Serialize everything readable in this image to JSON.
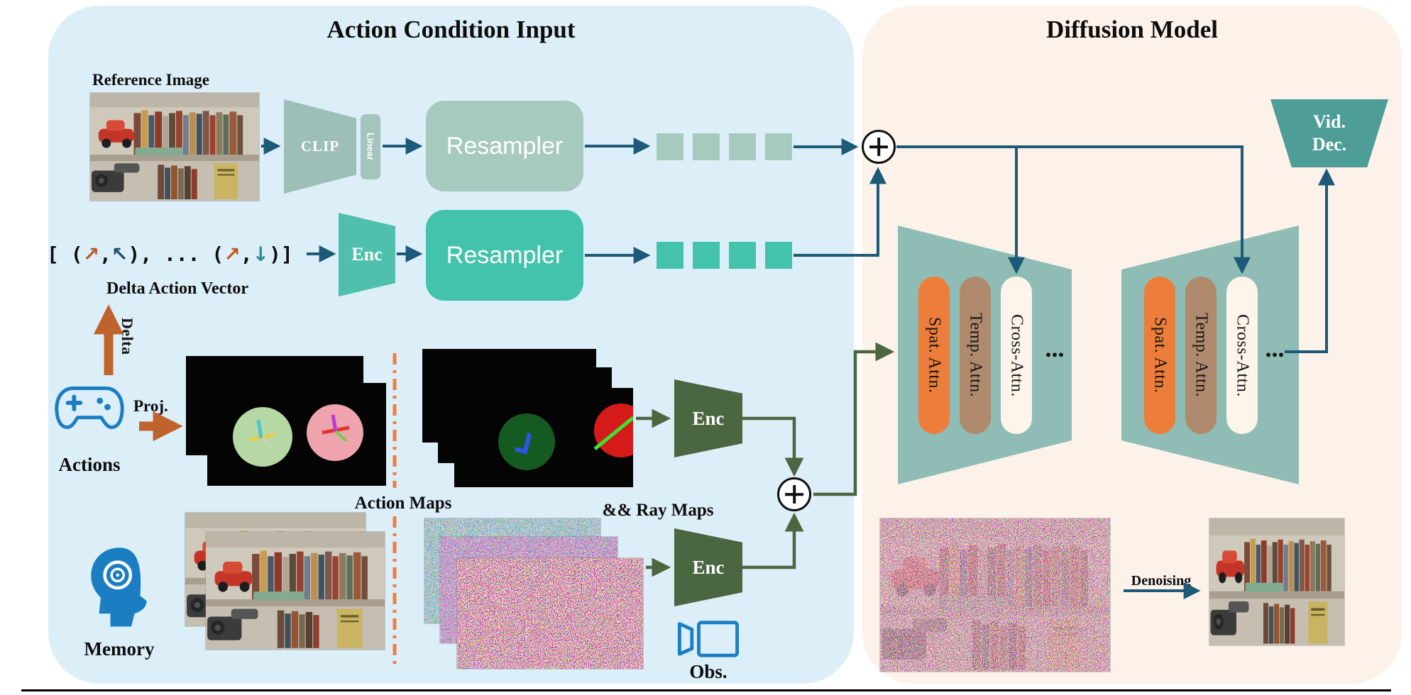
{
  "figure": {
    "left_title": "Action Condition Input",
    "right_title": "Diffusion Model"
  },
  "action_input": {
    "reference_image_label": "Reference Image",
    "clip": "CLIP",
    "linear": "Linear",
    "resampler_image": "Resampler",
    "resampler_action": "Resampler",
    "enc_action": "Enc",
    "delta_vector": {
      "open": "[ (",
      "arrow1": "↗",
      "comma1": ",",
      "arrow2": "↖",
      "mid": "), ... (",
      "arrow3": "↗",
      "comma2": ",",
      "arrow4": "↓",
      "close": ")]"
    },
    "delta_vector_label": "Delta Action Vector",
    "delta_label": "Delta",
    "actions_label": "Actions",
    "proj_label": "Proj.",
    "action_maps_label": "Action Maps",
    "ray_maps_label": "&& Ray Maps",
    "enc_maps": "Enc",
    "enc_obs": "Enc",
    "memory_label": "Memory",
    "obs_label": "Obs."
  },
  "diffusion": {
    "vid_dec_line1": "Vid.",
    "vid_dec_line2": "Dec.",
    "spat_attn": "Spat. Attn.",
    "temp_attn": "Temp. Attn.",
    "cross_attn": "Cross-Attn.",
    "dots": "...",
    "denoising_label": "Denoising"
  },
  "colors": {
    "left_panel_bg": "#dceef8",
    "right_panel_bg": "#fcf2ea",
    "arrow_blue": "#1d5a78",
    "arrow_green": "#4a6741",
    "arrow_orange": "#c0622b",
    "separator_orange": "#ef7f3f",
    "resampler_sage": "#a7cabf",
    "resampler_teal": "#43c3ac",
    "clip_trapezoid": "#9dbfb8",
    "enc_teal": "#4fc0ac",
    "enc_dark_green": "#4a6741",
    "unet_teal": "#8fbdb5",
    "spat_attn_orange": "#ed7d3a",
    "temp_attn_brown": "#b08a6d",
    "cross_attn_cream": "#fdf4ea",
    "vid_dec_teal": "#4e9d97",
    "icon_blue": "#1b7ec2"
  }
}
